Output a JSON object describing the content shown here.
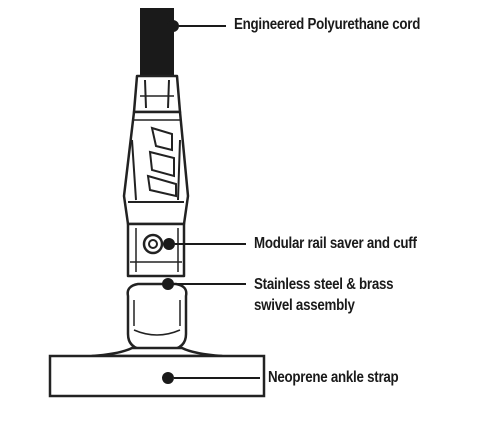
{
  "callouts": {
    "cord": "Engineered Polyurethane cord",
    "rail_saver": "Modular rail saver and cuff",
    "swivel_line1": "Stainless steel & brass",
    "swivel_line2": "swivel assembly",
    "strap": "Neoprene ankle strap"
  },
  "colors": {
    "ink": "#1a1a1a",
    "background": "#ffffff",
    "outline": "#222222",
    "body_fill": "#ffffff"
  }
}
